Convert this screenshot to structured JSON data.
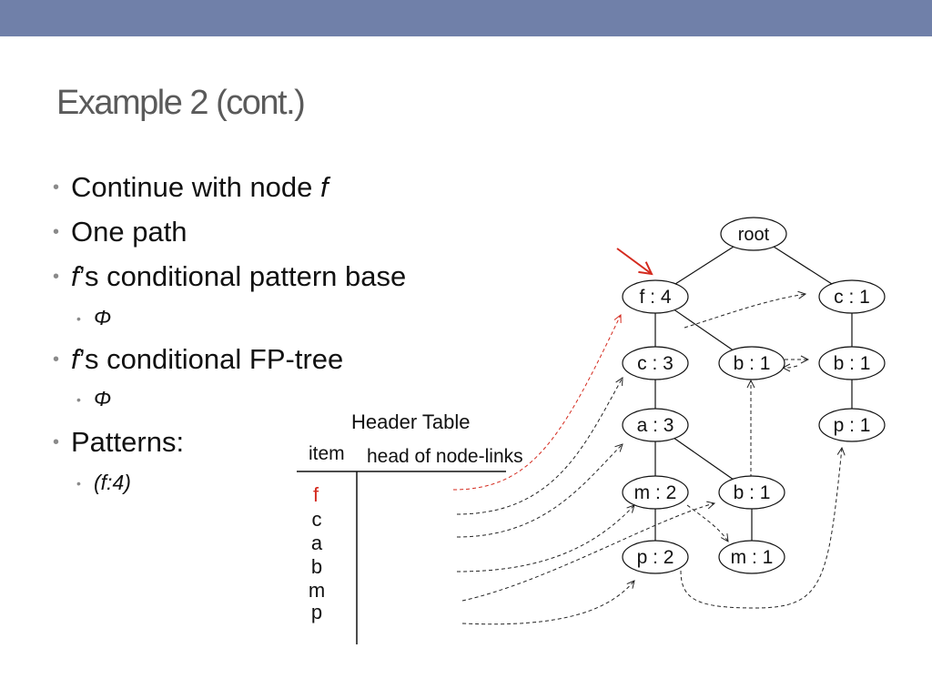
{
  "colors": {
    "topbar": "#7080a9",
    "title": "#5a5a5a",
    "highlight": "#d42a1e",
    "bullet": "#8a8a8a"
  },
  "title": "Example 2 (cont.)",
  "bullets": [
    {
      "level": 1,
      "segments": [
        {
          "t": "Continue with node ",
          "i": false
        },
        {
          "t": "f",
          "i": true
        }
      ]
    },
    {
      "level": 1,
      "segments": [
        {
          "t": "One path",
          "i": false
        }
      ]
    },
    {
      "level": 1,
      "segments": [
        {
          "t": "f",
          "i": true
        },
        {
          "t": "’s conditional pattern base",
          "i": false
        }
      ]
    },
    {
      "level": 2,
      "segments": [
        {
          "t": "Φ",
          "i": true
        }
      ]
    },
    {
      "level": 1,
      "segments": [
        {
          "t": "f",
          "i": true
        },
        {
          "t": "’s conditional FP-tree",
          "i": false
        }
      ]
    },
    {
      "level": 2,
      "segments": [
        {
          "t": "Φ",
          "i": true
        }
      ]
    },
    {
      "level": 1,
      "segments": [
        {
          "t": "Patterns:",
          "i": false
        }
      ]
    },
    {
      "level": 2,
      "segments": [
        {
          "t": "(f:4)",
          "i": true
        }
      ]
    }
  ],
  "header_table": {
    "title": "Header Table",
    "col_item": "item",
    "col_head": "head of node-links",
    "items": [
      "f",
      "c",
      "a",
      "b",
      "m",
      "p"
    ]
  },
  "tree": {
    "nodes": [
      {
        "id": "root",
        "label": "root"
      },
      {
        "id": "f4",
        "label": "f : 4"
      },
      {
        "id": "c1",
        "label": "c : 1"
      },
      {
        "id": "c3",
        "label": "c : 3"
      },
      {
        "id": "b1a",
        "label": "b : 1"
      },
      {
        "id": "b1b",
        "label": "b : 1"
      },
      {
        "id": "a3",
        "label": "a : 3"
      },
      {
        "id": "p1",
        "label": "p : 1"
      },
      {
        "id": "m2",
        "label": "m : 2"
      },
      {
        "id": "b1c",
        "label": "b : 1"
      },
      {
        "id": "p2",
        "label": "p : 2"
      },
      {
        "id": "m1",
        "label": "m : 1"
      }
    ],
    "edges": [
      [
        "root",
        "f4"
      ],
      [
        "root",
        "c1"
      ],
      [
        "f4",
        "c3"
      ],
      [
        "f4",
        "b1a"
      ],
      [
        "c1",
        "b1b"
      ],
      [
        "c3",
        "a3"
      ],
      [
        "b1b",
        "p1"
      ],
      [
        "a3",
        "m2"
      ],
      [
        "a3",
        "b1c"
      ],
      [
        "m2",
        "p2"
      ],
      [
        "b1c",
        "m1"
      ]
    ]
  }
}
